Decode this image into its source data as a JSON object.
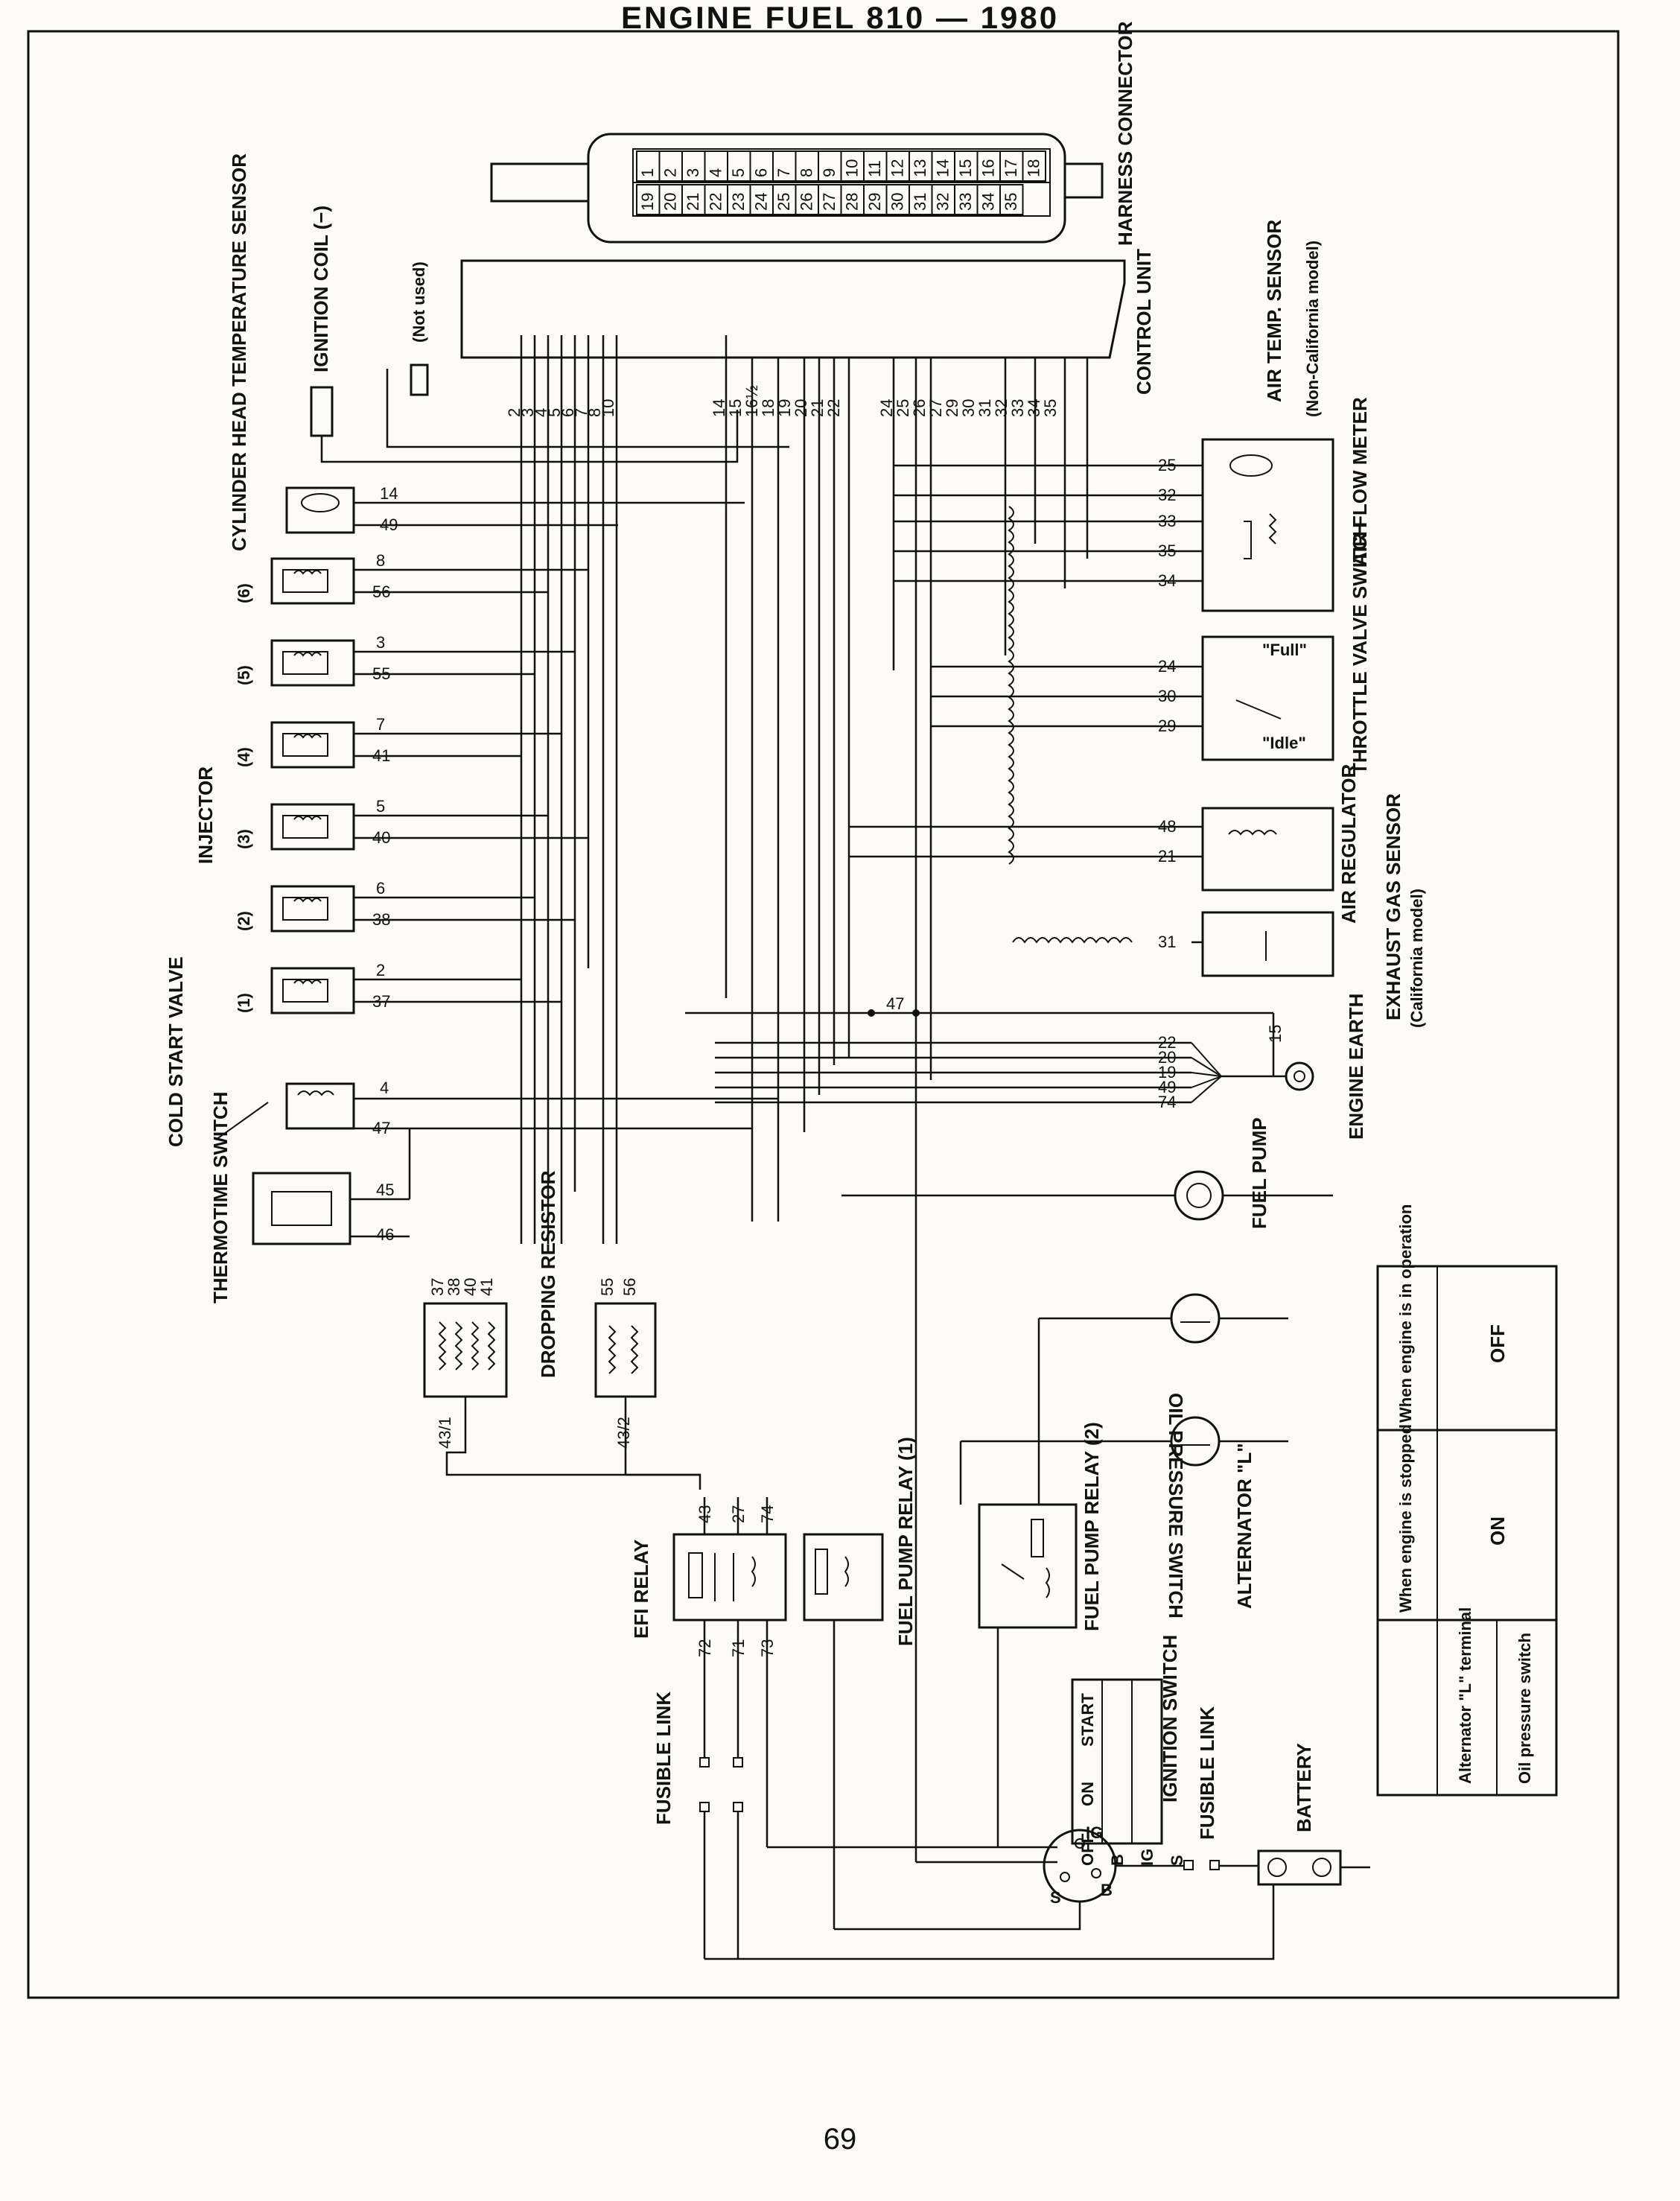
{
  "title": "ENGINE FUEL 810 — 1980",
  "page_number": "69",
  "labels": {
    "harness_connector": "HARNESS CONNECTOR",
    "control_unit": "CONTROL UNIT",
    "ignition_coil": "IGNITION COIL (−)",
    "not_used": "(Not used)",
    "cylinder_head_temp_sensor": "CYLINDER HEAD TEMPERATURE SENSOR",
    "injector": "INJECTOR",
    "cold_start_valve": "COLD START VALVE",
    "thermotime_switch": "THERMOTIME SWITCH",
    "dropping_resistor": "DROPPING RESISTOR",
    "air_temp_sensor": "AIR TEMP. SENSOR",
    "air_temp_sensor_note": "(Non-California model)",
    "air_flow_meter": "AIR FLOW METER",
    "throttle_valve_switch": "THROTTLE VALVE SWITCH",
    "full": "\"Full\"",
    "idle": "\"Idle\"",
    "air_regulator": "AIR REGULATOR",
    "exhaust_gas_sensor": "EXHAUST GAS SENSOR",
    "exhaust_gas_sensor_note": "(California model)",
    "engine_earth": "ENGINE EARTH",
    "fuel_pump": "FUEL PUMP",
    "oil_pressure_switch": "OIL PRESSURE SWITCH",
    "alternator": "ALTERNATOR \"L\"",
    "efi_relay": "EFI RELAY",
    "fuel_pump_relay_1": "FUEL PUMP RELAY (1)",
    "fuel_pump_relay_2": "FUEL PUMP RELAY (2)",
    "ignition_switch": "IGNITION SWITCH",
    "fusible_link_left": "FUSIBLE LINK",
    "fusible_link_right": "FUSIBLE LINK",
    "battery": "BATTERY"
  },
  "injectors": [
    "(1)",
    "(2)",
    "(3)",
    "(4)",
    "(5)",
    "(6)"
  ],
  "injector_pins": [
    {
      "a": "2",
      "b": "37"
    },
    {
      "a": "6",
      "b": "38"
    },
    {
      "a": "5",
      "b": "40"
    },
    {
      "a": "7",
      "b": "41"
    },
    {
      "a": "3",
      "b": "55"
    },
    {
      "a": "8",
      "b": "56"
    }
  ],
  "cht_pins": [
    "14",
    "49"
  ],
  "cold_start_pins": [
    "4",
    "47"
  ],
  "thermotime_pins": [
    "45",
    "46"
  ],
  "control_unit_pins_left": [
    "2",
    "3",
    "4",
    "5",
    "6",
    "7",
    "8",
    "10"
  ],
  "control_unit_pins_mid": [
    "14",
    "15",
    "16½",
    "18",
    "19",
    "20",
    "21",
    "22"
  ],
  "control_unit_pins_right": [
    "24",
    "25",
    "26",
    "27",
    "29",
    "30",
    "31",
    "32",
    "33",
    "34",
    "35"
  ],
  "harness_rows": {
    "top": [
      "1",
      "2",
      "3",
      "4",
      "5",
      "6",
      "7",
      "8",
      "9",
      "10",
      "11",
      "12",
      "13",
      "14",
      "15",
      "16",
      "17",
      "18"
    ],
    "bottom": [
      "19",
      "20",
      "21",
      "22",
      "23",
      "24",
      "25",
      "26",
      "27",
      "28",
      "29",
      "30",
      "31",
      "32",
      "33",
      "34",
      "35"
    ]
  },
  "air_flow_pins": [
    "25",
    "32",
    "33",
    "35",
    "34"
  ],
  "throttle_pins": [
    "24",
    "30",
    "29"
  ],
  "air_regulator_pins": [
    "48",
    "21"
  ],
  "exhaust_pin": "31",
  "earth_pins": [
    "22",
    "20",
    "19",
    "49",
    "74"
  ],
  "earth_pin_right": "15",
  "junction_47": "47",
  "dropping_resistor_pins_1": [
    "37",
    "38",
    "40",
    "41"
  ],
  "dropping_resistor_pins_2": [
    "55",
    "56"
  ],
  "dropping_resistor_taps": [
    "43/1",
    "43/2"
  ],
  "efi_relay_pins_top": [
    "43",
    "27",
    "74"
  ],
  "efi_relay_pins_bottom": [
    "72",
    "71",
    "73"
  ],
  "ignition_switch_table": {
    "header": [
      "OFF",
      "ON",
      "START"
    ],
    "rows": [
      "B",
      "IG",
      "S"
    ]
  },
  "ignition_terminals": [
    "IG",
    "B",
    "S"
  ],
  "status_table": {
    "col_headers": [
      "When engine is stopped",
      "When engine is in operation"
    ],
    "row_headers": [
      "Alternator \"L\" terminal",
      "Oil pressure switch"
    ],
    "values": [
      "ON",
      "OFF"
    ]
  }
}
